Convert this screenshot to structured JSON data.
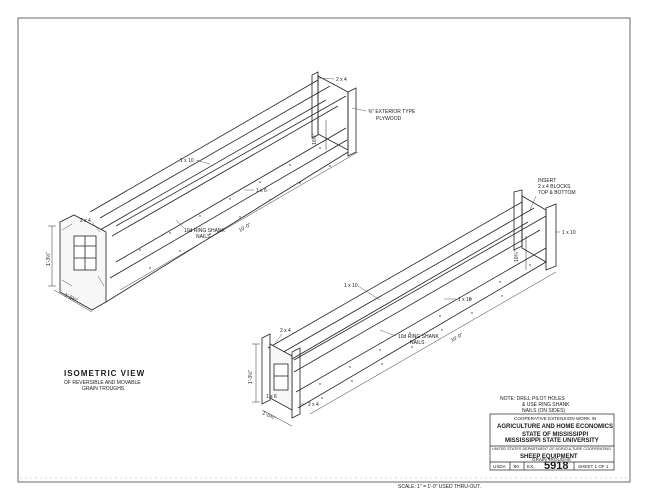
{
  "drawing": {
    "title": "ISOMETRIC  VIEW",
    "subtitle_line1": "OF REVERSIBLE AND MOVABLE",
    "subtitle_line2": "GRAIN TROUGHS",
    "scale": "SCALE: 1\" = 1'-0\" USED THRU-OUT.",
    "note_line1": "NOTE: DRILL PILOT HOLES",
    "note_line2": "& USE RING SHANK",
    "note_line3": "NAILS (ON SIDES)"
  },
  "trough_upper": {
    "label_2x4_top": "2 x 4",
    "label_plywood_1": "⅜\" EXTERIOR TYPE",
    "label_plywood_2": "PLYWOOD",
    "label_1x10": "1 x 10",
    "label_1x6": "1 x 6",
    "label_height_right": "10½\"",
    "label_length": "10'-0\"",
    "label_nails_1": "10d RING SHANK",
    "label_nails_2": "NAILS",
    "label_2x4_end": "2 x 4",
    "label_height_left": "1'-3½\"",
    "label_width": "1'-0¾\""
  },
  "trough_lower": {
    "label_insert_1": "INSERT",
    "label_insert_2": "2 x 4 BLOCKS",
    "label_insert_3": "TOP & BOTTOM",
    "label_1x10_right": "1 x 10",
    "label_height_right": "10¾\"",
    "label_1x10": "1 x 10",
    "label_1x10_b": "1 x 10",
    "label_length": "10'-0\"",
    "label_nails_1": "10d RING SHANK",
    "label_nails_2": "NAILS",
    "label_2x4": "2 x 4",
    "label_height_left": "1'-3½\"",
    "label_width": "1'-0¾\"",
    "label_2x4_b": "2 x 4",
    "label_1x6": "1 x 6"
  },
  "title_block": {
    "line1": "COOPERATIVE EXTENSION WORK IN",
    "line2": "AGRICULTURE AND HOME ECONOMICS",
    "line3": "STATE OF MISSISSIPPI",
    "line4": "MISSISSIPPI STATE UNIVERSITY",
    "line5": "UNITED STATES DEPARTMENT OF AGRICULTURE COOPERATING",
    "line6": "SHEEP  EQUIPMENT",
    "line7": "GRAIN  TROUGHS",
    "cell_usda": "USDA",
    "cell_year": "'60",
    "cell_ex": "EX.",
    "drawing_number": "5918",
    "cell_sheet": "SHEET 1  OF 1"
  }
}
